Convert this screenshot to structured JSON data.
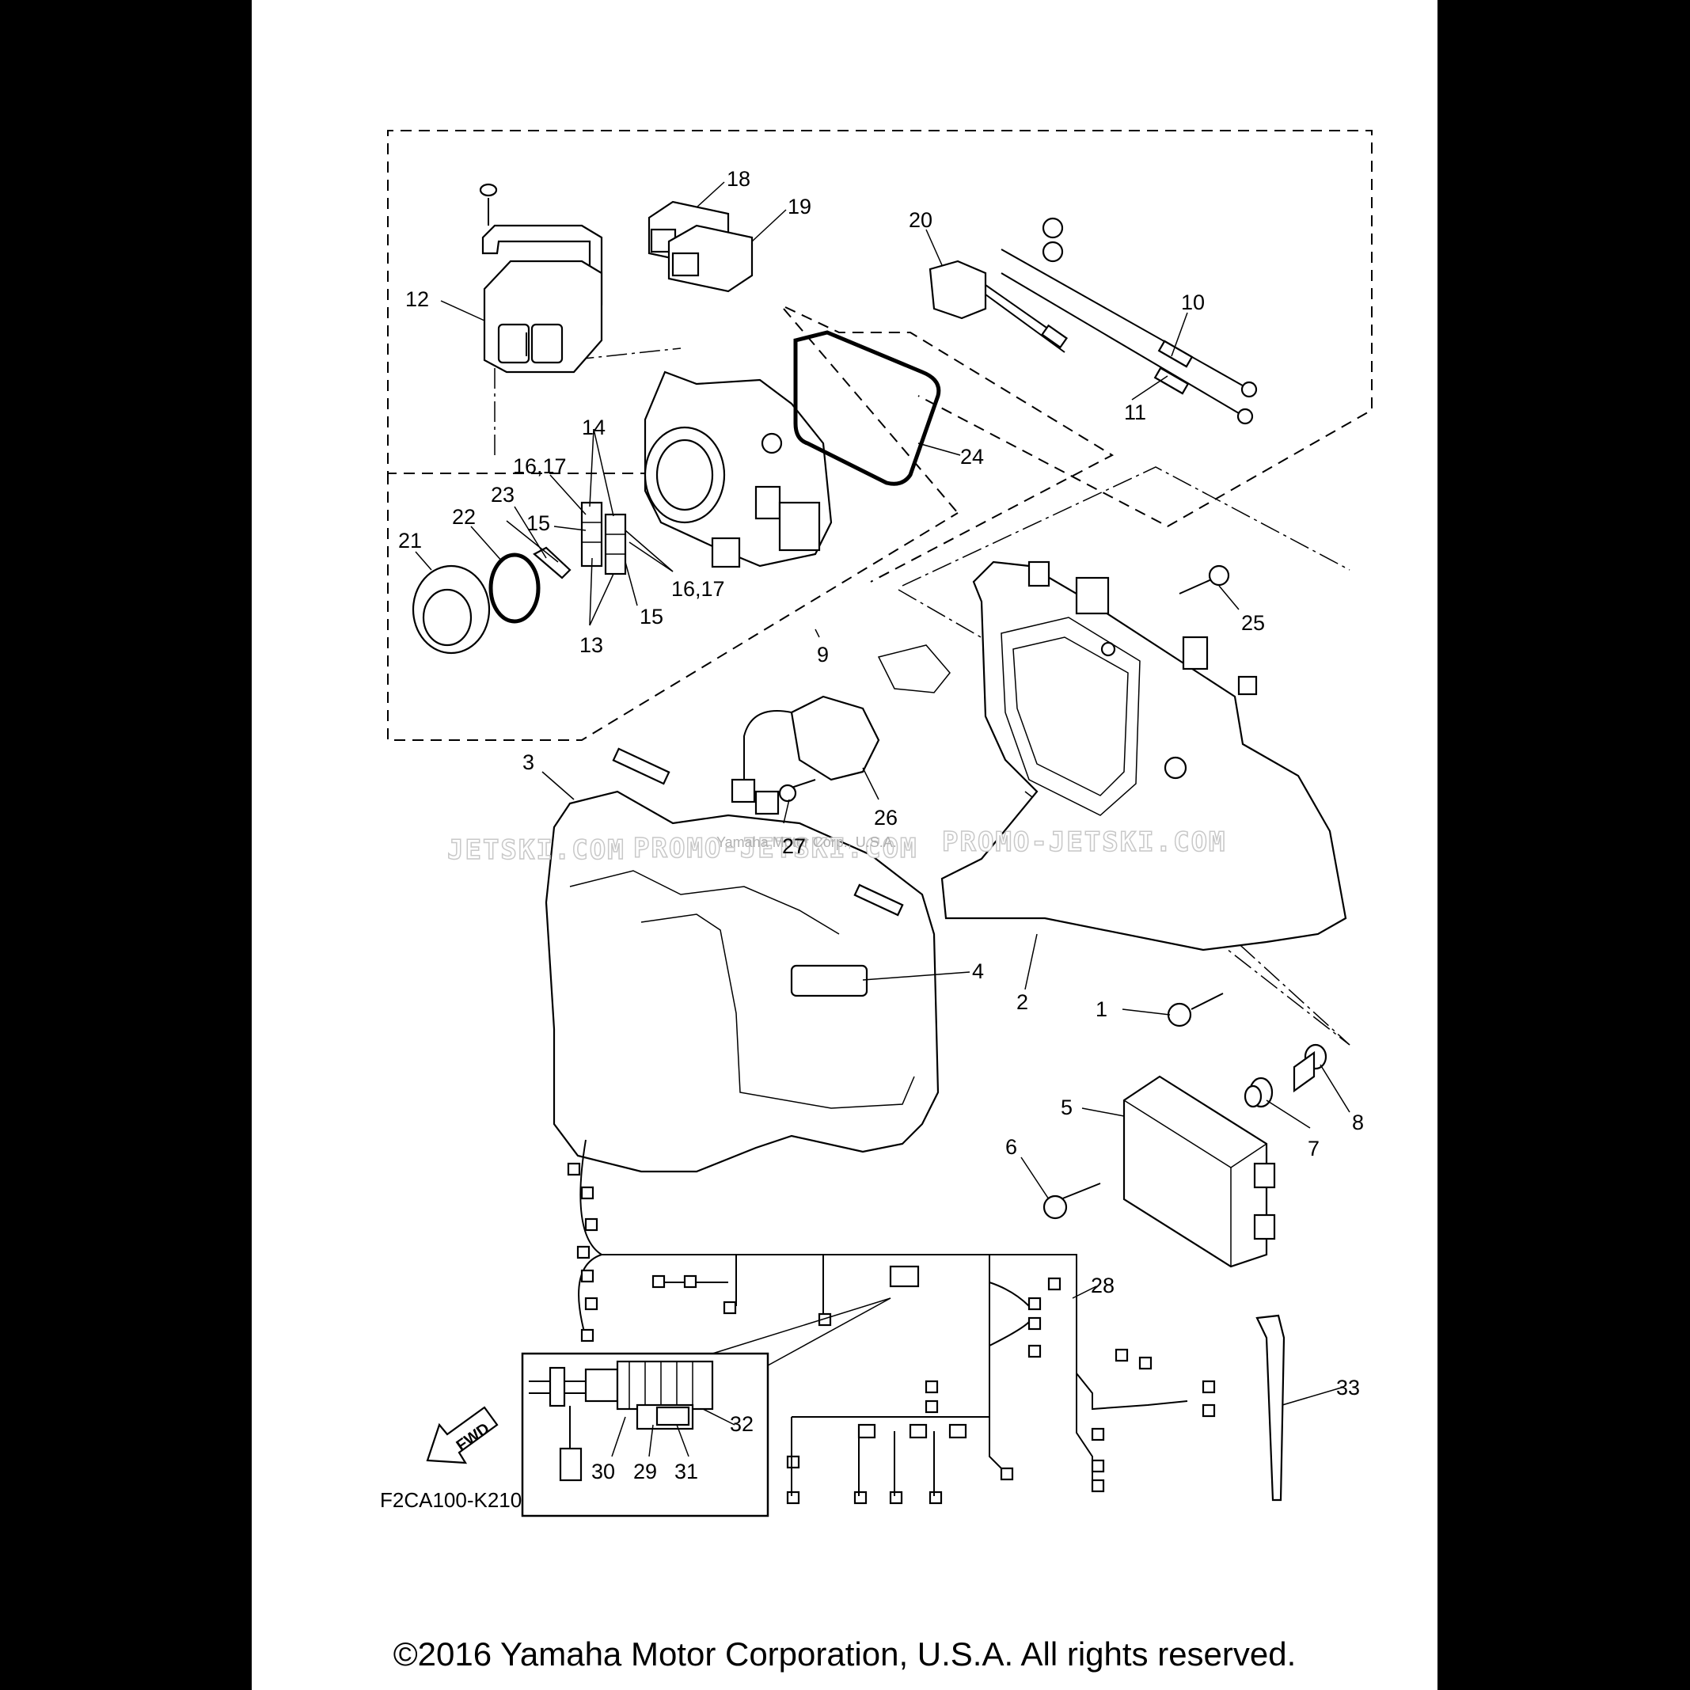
{
  "diagram": {
    "figure_code": "F2CA100-K210",
    "fwd_label": "FWD",
    "callouts": {
      "c1": "1",
      "c2": "2",
      "c3": "3",
      "c4": "4",
      "c5": "5",
      "c6": "6",
      "c7": "7",
      "c8": "8",
      "c9": "9",
      "c10": "10",
      "c11": "11",
      "c12": "12",
      "c13": "13",
      "c14": "14",
      "c15a": "15",
      "c15b": "15",
      "c16a": "16,17",
      "c16b": "16,17",
      "c18": "18",
      "c19": "19",
      "c20": "20",
      "c21": "21",
      "c22": "22",
      "c23": "23",
      "c24": "24",
      "c25": "25",
      "c26": "26",
      "c27": "27",
      "c28": "28",
      "c29": "29",
      "c30": "30",
      "c31": "31",
      "c32": "32",
      "c33": "33"
    },
    "watermarks": {
      "left": "JETSKI.COM",
      "middle": "PROMO-JETSKI.COM",
      "right": "PROMO-JETSKI.COM",
      "small": "Yamaha Motor Corp., U.S.A."
    }
  },
  "footer": {
    "copyright": "©2016 Yamaha Motor Corporation, U.S.A. All rights reserved."
  }
}
